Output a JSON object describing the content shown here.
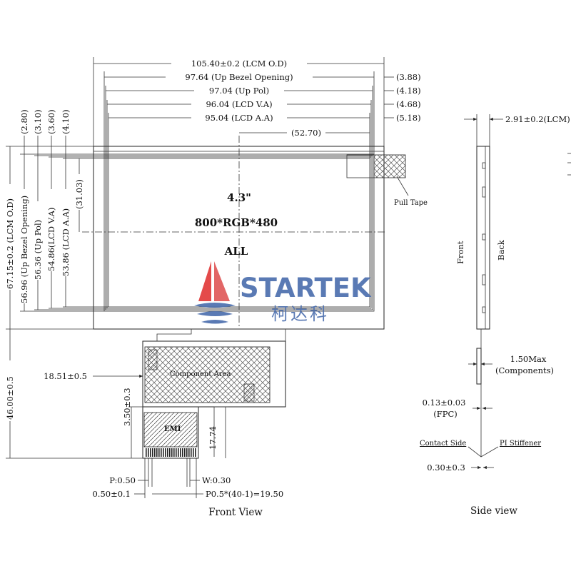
{
  "dimensions": {
    "top": {
      "lcm_od": "105.40±0.2 (LCM O.D)",
      "bezel": "97.64 (Up Bezel Opening)",
      "pol": "97.04 (Up Pol)",
      "va": "96.04 (LCD V.A)",
      "aa": "95.04 (LCD A.A)",
      "center": "(52.70)"
    },
    "right_offsets": [
      "(3.88)",
      "(4.18)",
      "(4.68)",
      "(5.18)"
    ],
    "left_offsets": [
      "(2.80)",
      "(3.10)",
      "(3.60)",
      "(4.10)"
    ],
    "left": {
      "lcm_od": "67.15±0.2 (LCM O.D)",
      "bezel": "56.96 (Up Bezel Opening)",
      "pol": "56.36 (Up Pol)",
      "va": "54.86(LCD V.A)",
      "aa": "53.86 (LCD A.A)",
      "center": "(31.03)",
      "fpc_length": "46.00±0.5"
    },
    "fpc": {
      "offset": "18.51±0.5",
      "stiffener": "3.50±0.3",
      "tail": "17.74",
      "pitch": "P:0.50",
      "width": "W:0.30",
      "edge": "0.50±0.1",
      "total_pitch": "P0.5*(40-1)=19.50",
      "component_area": "Component Area",
      "emi": "EMI"
    },
    "side": {
      "thickness": "2.91±0.2(LCM)",
      "components": "1.50Max",
      "components_label": "(Components)",
      "fpc_thick": "0.13±0.03",
      "fpc_label": "(FPC)",
      "stiffener_thick": "0.30±0.3",
      "contact_side": "Contact Side",
      "pi_stiffener": "PI Stiffener",
      "front": "Front",
      "back": "Back"
    }
  },
  "panel": {
    "size": "4.3\"",
    "resolution": "800*RGB*480",
    "type": "ALL",
    "pull_tape": "Pull Tape"
  },
  "logo": {
    "name": "STARTEK",
    "chinese": "柯达科",
    "colors": {
      "red": "#e23b3b",
      "blue": "#4d6fae"
    }
  },
  "captions": {
    "front": "Front View",
    "side": "Side view"
  }
}
